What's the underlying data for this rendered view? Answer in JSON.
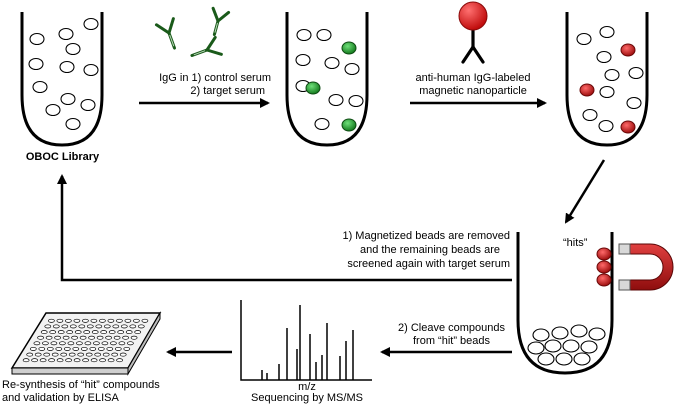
{
  "labels": {
    "oboc_library": "OBOC Library",
    "igg_line1": "IgG in 1) control serum",
    "igg_line2": "2) target serum",
    "anti_line1": "anti-human IgG-labeled",
    "anti_line2": "magnetic nanoparticle",
    "hits": "“hits”",
    "magnetized_line1": "1) Magnetized beads are removed",
    "magnetized_line2": "and the remaining beads are",
    "magnetized_line3": "screened again with target serum",
    "cleave_line1": "2) Cleave compounds",
    "cleave_line2": "from “hit” beads",
    "mz": "m/z",
    "sequencing": "Sequencing by MS/MS",
    "resynth_line1": "Re-synthesis of “hit” compounds",
    "resynth_line2": "and validation by ELISA"
  },
  "colors": {
    "antibody": "#1a5a1a",
    "bound_bead_green": "#1f9a2a",
    "bound_bead_red": "#c81414",
    "nanoparticle": "#e02020",
    "magnet": "#b81818"
  }
}
